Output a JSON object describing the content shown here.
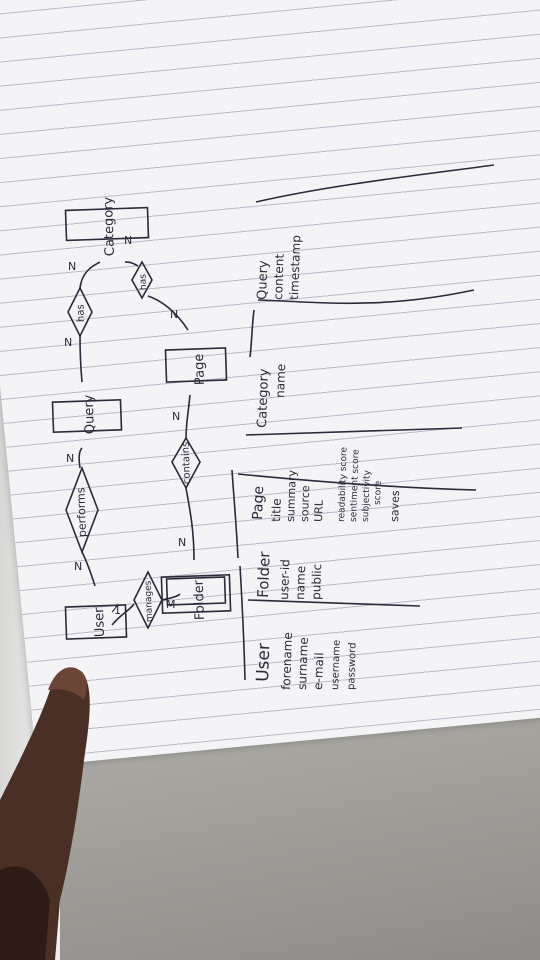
{
  "entities": {
    "user": "User",
    "query": "Query",
    "category": "Category",
    "folder": "Folder",
    "page": "Page"
  },
  "relationships": {
    "performs": "performs",
    "has_1": "has",
    "has_2": "has",
    "contains": "contains",
    "manages": "manages"
  },
  "cardinalities": {
    "user_performs": "N",
    "performs_query": "N",
    "query_has": "N",
    "has_category": "N",
    "category_has2": "N",
    "has2_page": "N",
    "page_contains": "N",
    "contains_folder": "N",
    "user_manages": "1",
    "manages_folder": "M"
  },
  "attributes": {
    "user": {
      "title": "User",
      "items": [
        "forename",
        "surname",
        "e-mail",
        "username",
        "password"
      ]
    },
    "folder": {
      "title": "Folder",
      "items": [
        "user-id",
        "name",
        "public"
      ]
    },
    "page": {
      "title": "Page",
      "items": [
        "title",
        "summary",
        "source",
        "URL",
        "readability score",
        "sentiment score",
        "subjectivity",
        "score",
        "saves"
      ]
    },
    "category": {
      "title": "Category",
      "items": [
        "name"
      ]
    },
    "query": {
      "title": "Query",
      "items": [
        "content",
        "timestamp"
      ]
    }
  }
}
